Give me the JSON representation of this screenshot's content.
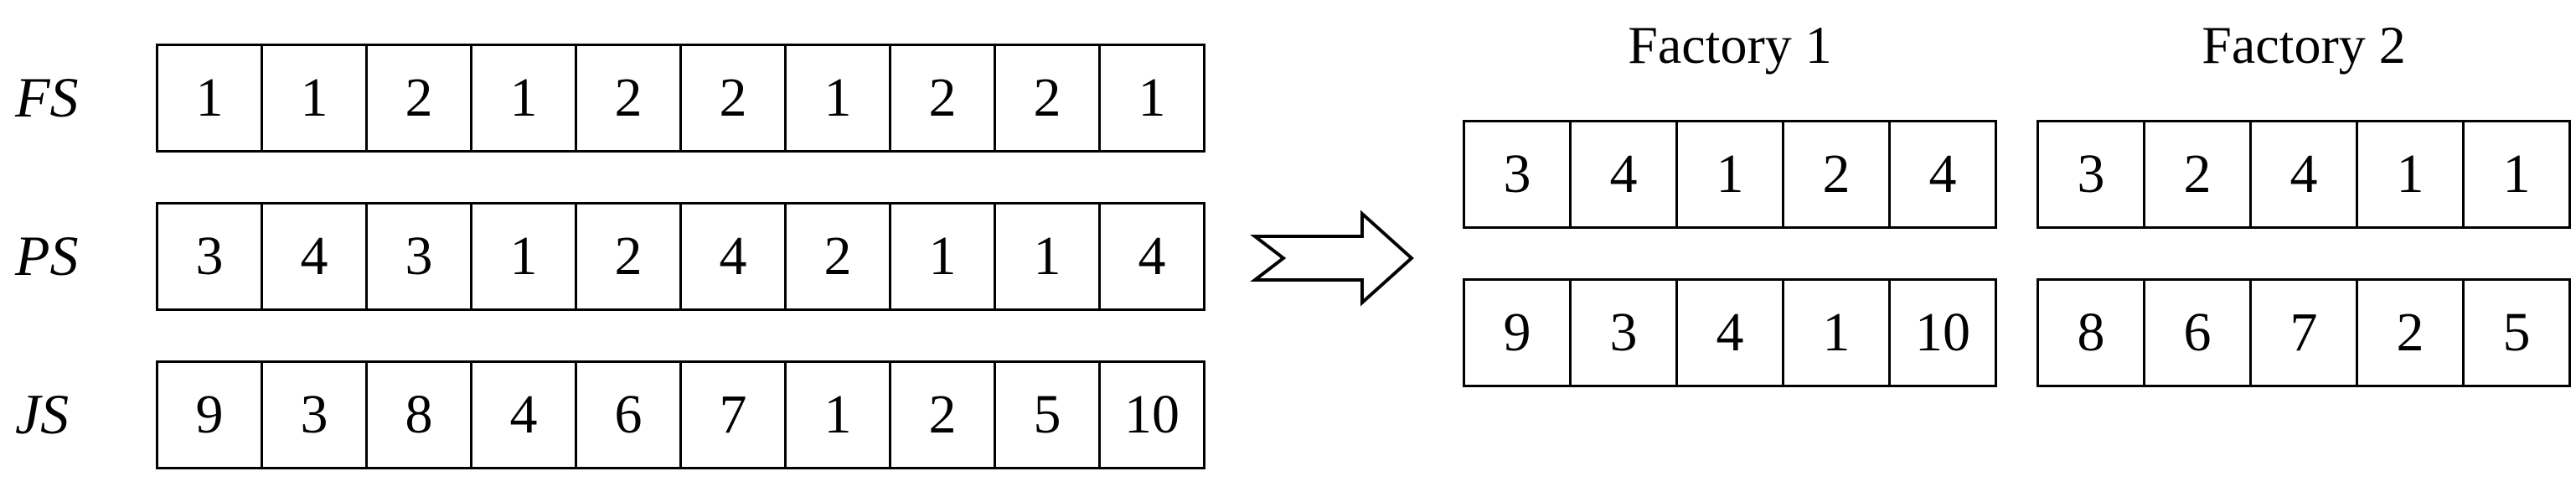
{
  "encoding": {
    "rows": [
      {
        "label": "FS",
        "values": [
          "1",
          "1",
          "2",
          "1",
          "2",
          "2",
          "1",
          "2",
          "2",
          "1"
        ]
      },
      {
        "label": "PS",
        "values": [
          "3",
          "4",
          "3",
          "1",
          "2",
          "4",
          "2",
          "1",
          "1",
          "4"
        ]
      },
      {
        "label": "JS",
        "values": [
          "9",
          "3",
          "8",
          "4",
          "6",
          "7",
          "1",
          "2",
          "5",
          "10"
        ]
      }
    ]
  },
  "factories": [
    {
      "title": "Factory 1",
      "rows": [
        [
          "3",
          "4",
          "1",
          "2",
          "4"
        ],
        [
          "9",
          "3",
          "4",
          "1",
          "10"
        ]
      ]
    },
    {
      "title": "Factory 2",
      "rows": [
        [
          "3",
          "2",
          "4",
          "1",
          "1"
        ],
        [
          "8",
          "6",
          "7",
          "2",
          "5"
        ]
      ]
    }
  ],
  "arrow_icon": "right-arrow-icon"
}
